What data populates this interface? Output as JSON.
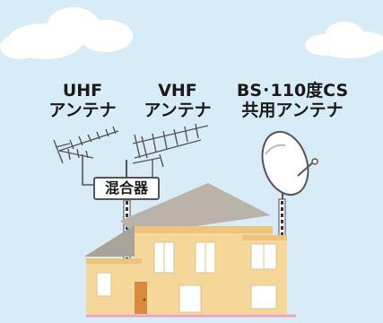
{
  "labels": {
    "uhf": {
      "line1": "UHF",
      "line2": "アンテナ"
    },
    "vhf": {
      "line1": "VHF",
      "line2": "アンテナ"
    },
    "bs_cs": {
      "line1": "BS･110度CS",
      "line2": "共用アンテナ"
    }
  },
  "mixer": {
    "label": "混合器"
  },
  "colors": {
    "sky": "#d8ecf7",
    "cloud": "#ffffff",
    "house_wall": "#f6d79a",
    "house_wall_shade": "#ecc47c",
    "roof": "#b9b3a9",
    "window": "#ffffff",
    "door": "#d9893c",
    "ground_line": "#f1a2b3",
    "cable": "#333333"
  }
}
